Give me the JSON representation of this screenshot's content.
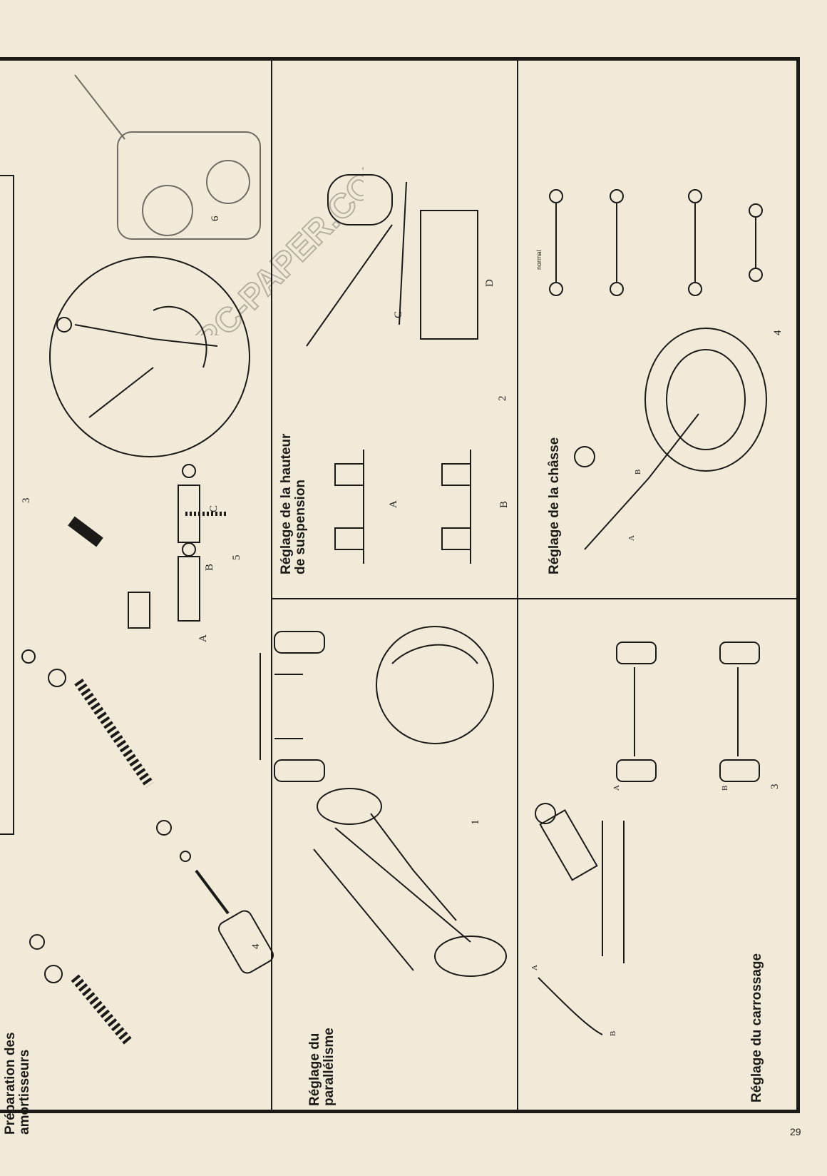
{
  "sections": {
    "shocks": {
      "title": "Préparation des amortisseurs",
      "labels": [
        "4",
        "5",
        "3",
        "6",
        "A",
        "B",
        "C"
      ]
    },
    "toe": {
      "title": "Réglage du parallélisme",
      "labels": [
        "1"
      ]
    },
    "height": {
      "title": "Réglage de la hauteur de suspension",
      "labels": [
        "A",
        "B",
        "C",
        "D",
        "2"
      ]
    },
    "camber": {
      "title": "Réglage du carrossage",
      "labels": [
        "A",
        "B",
        "3",
        "A",
        "B"
      ]
    },
    "caster": {
      "title": "Réglage de la châsse",
      "labels": [
        "A",
        "B",
        "normal",
        "4"
      ]
    }
  },
  "watermark": "RC-PAPER.COM",
  "page_number": "29",
  "colors": {
    "paper": "#f1ead8",
    "ink": "#1c1a17"
  }
}
